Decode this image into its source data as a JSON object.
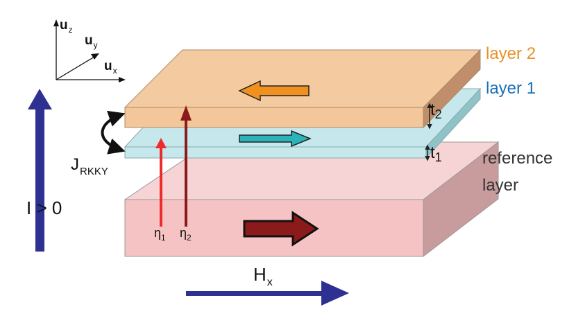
{
  "axes": {
    "uz": {
      "base": "u",
      "sub": "z"
    },
    "uy": {
      "base": "u",
      "sub": "y"
    },
    "ux": {
      "base": "u",
      "sub": "x"
    }
  },
  "layers": {
    "layer2": {
      "label": "layer 2",
      "color": "#e8922a"
    },
    "layer1": {
      "label": "layer 1",
      "color": "#1a6fb5"
    },
    "reference": {
      "line1": "reference",
      "line2": "layer",
      "color": "#333333"
    }
  },
  "thickness": {
    "t2": {
      "base": "t",
      "sub": "2"
    },
    "t1": {
      "base": "t",
      "sub": "1"
    }
  },
  "coupling": {
    "base": "J",
    "sub": "RKKY"
  },
  "efficiency": {
    "eta1": {
      "base": "η",
      "sub": "1"
    },
    "eta2": {
      "base": "η",
      "sub": "2"
    }
  },
  "current": {
    "label": "I > 0",
    "color": "#2e3192"
  },
  "field": {
    "base": "H",
    "sub": "x",
    "color": "#2e3192"
  },
  "colors": {
    "layer2_top": "#f4cba0",
    "layer2_front": "#f3c79a",
    "layer2_side": "#c08e6a",
    "layer1_top": "#c6e8ec",
    "layer1_side": "#8fc3c8",
    "ref_top": "#f6d3d4",
    "ref_front": "#f6c3c4",
    "ref_side": "#c89b9c",
    "arrow_eta1": "#ee2b2b",
    "arrow_eta2": "#8b1a1a",
    "mag_layer2": "#f0901e",
    "mag_layer1": "#2ab3b8",
    "mag_ref": "#8b1a1a"
  }
}
